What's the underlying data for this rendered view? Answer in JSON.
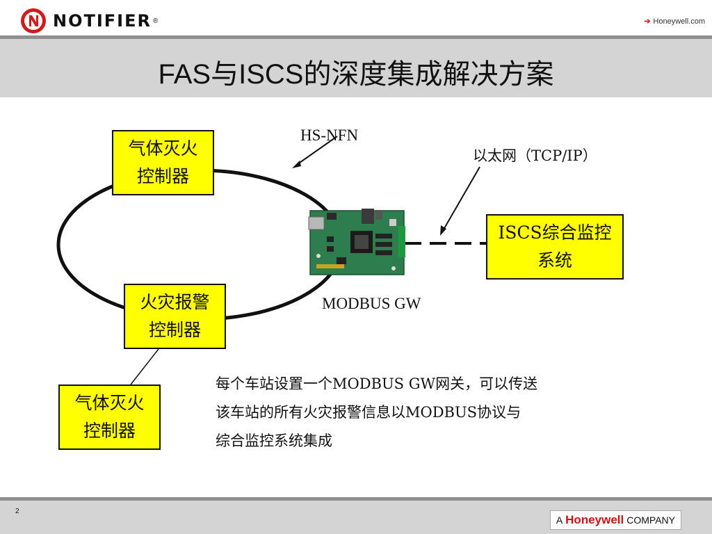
{
  "header": {
    "logo_text": "NOTIFIER",
    "logo_reg": "®",
    "top_link": "Honeywell.com",
    "top_link_arrow": "➔"
  },
  "title": "FAS与ISCS的深度集成解决方案",
  "diagram": {
    "box_gas_top": {
      "line1": "气体灭火",
      "line2": "控制器"
    },
    "box_fire_alarm": {
      "line1": "火灾报警",
      "line2": "控制器"
    },
    "box_gas_bottom": {
      "line1": "气体灭火",
      "line2": "控制器"
    },
    "box_iscs": {
      "line1": "ISCS综合监控",
      "line2": "系统"
    },
    "label_hsnfn": "HS-NFN",
    "label_ethernet": "以太网（TCP/IP）",
    "label_modbus_gw": "MODBUS GW",
    "description": [
      "每个车站设置一个MODBUS GW网关，可以传送",
      "该车站的所有火灾报警信息以MODBUS协议与",
      "综合监控系统集成"
    ]
  },
  "footer": {
    "page_number": "2",
    "brand_prefix": "A",
    "brand_name": "Honeywell",
    "brand_suffix": "COMPANY"
  },
  "colors": {
    "box_fill": "#ffff00",
    "band_gray": "#d4d4d4",
    "rule_gray": "#8f8f8f",
    "brand_red": "#cc1111",
    "board_green": "#2e7d4f"
  }
}
